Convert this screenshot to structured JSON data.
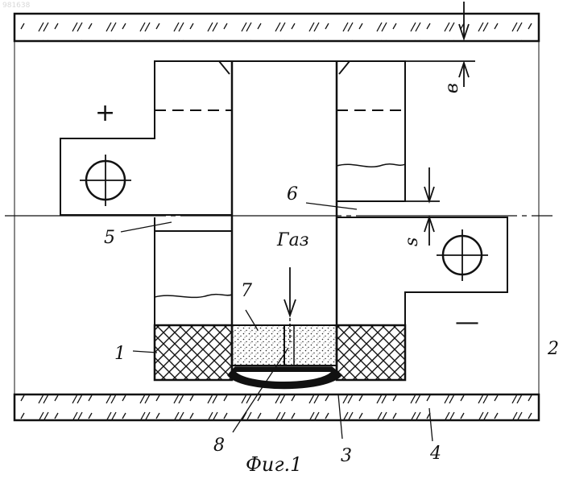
{
  "watermark": "981638",
  "figure": {
    "caption": "Фиг.1",
    "gas_label": "Газ",
    "polarity": {
      "plus": "+",
      "minus": "—"
    },
    "dimensions": {
      "b": "в",
      "s": "s"
    },
    "callouts": [
      "1",
      "2",
      "3",
      "4",
      "5",
      "6",
      "7",
      "8"
    ]
  }
}
